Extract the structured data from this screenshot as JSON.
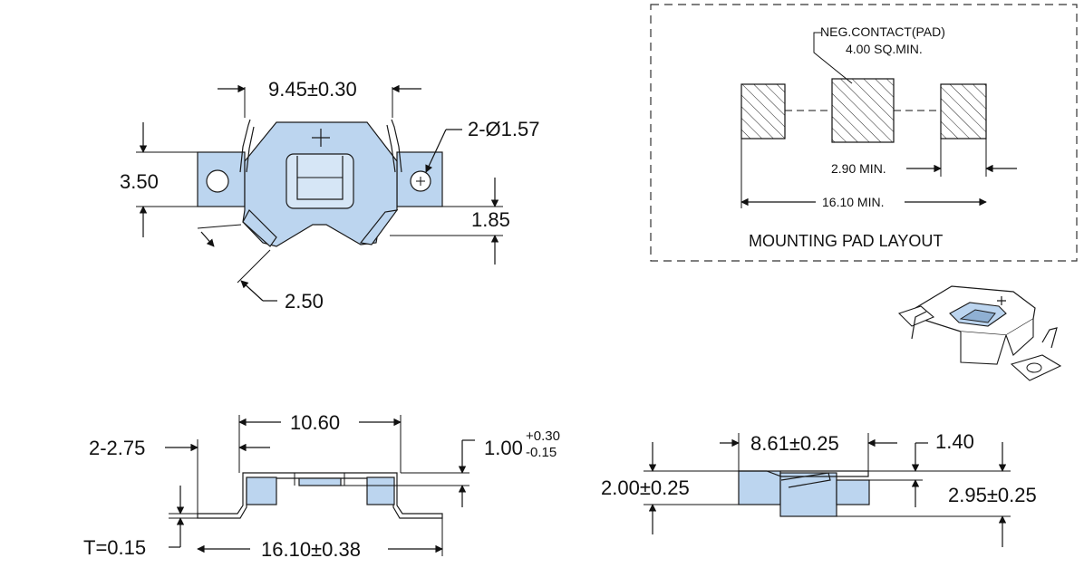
{
  "top_view": {
    "width_dim": "9.45±0.30",
    "hole_dim": "2-Ø1.57",
    "height_dim": "3.50",
    "offset_dim": "1.85",
    "chamfer_dim": "2.50"
  },
  "pad_layout": {
    "callout_line1": "NEG.CONTACT(PAD)",
    "callout_line2": "4.00 SQ.MIN.",
    "gap_dim": "2.90 MIN.",
    "total_dim": "16.10 MIN.",
    "title": "MOUNTING PAD LAYOUT"
  },
  "front_view": {
    "width_dim": "10.60",
    "tab_dim": "2-2.75",
    "height_main": "1.00",
    "height_tol_plus": "+0.30",
    "height_tol_minus": "-0.15",
    "thickness_dim": "T=0.15",
    "overall_dim": "16.10±0.38"
  },
  "side_view": {
    "width_dim": "8.61±0.25",
    "step_dim": "1.40",
    "left_height_dim": "2.00±0.25",
    "right_height_dim": "2.95±0.25"
  },
  "colors": {
    "part_fill": "#bcd5ef",
    "line": "#1a1a1a"
  }
}
